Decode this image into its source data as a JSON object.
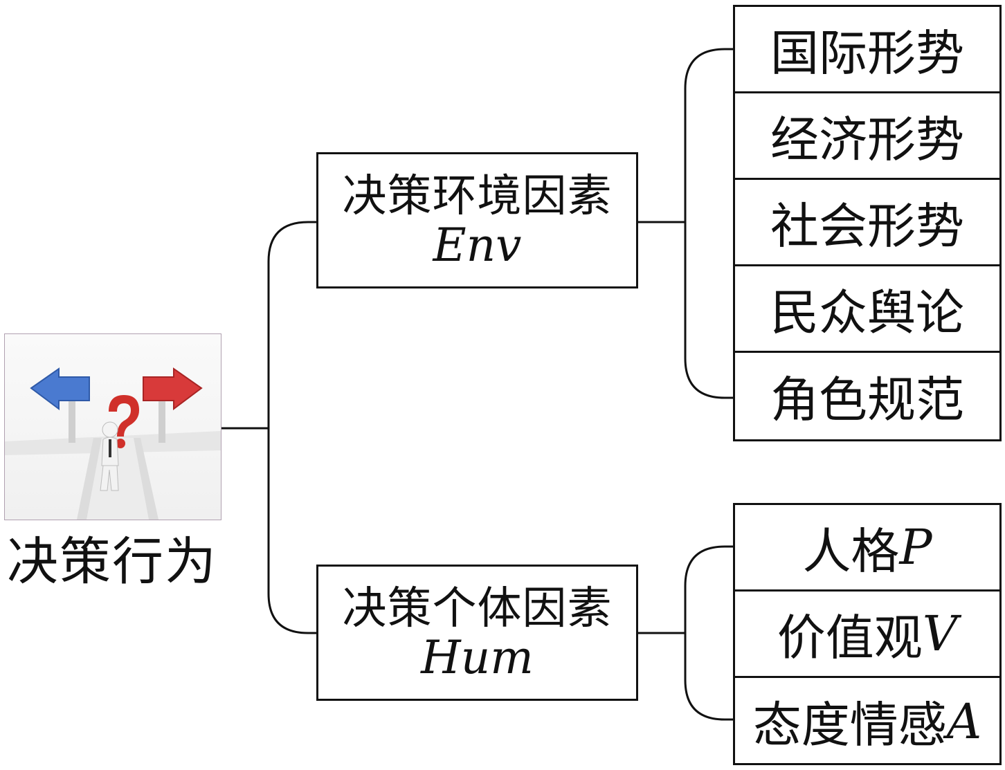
{
  "root": {
    "label": "决策行为",
    "image_icon": "crossroads-decision-figure"
  },
  "branches": [
    {
      "title": "决策环境因素",
      "symbol": "Env",
      "children": [
        {
          "text": "国际形势",
          "symbol": ""
        },
        {
          "text": "经济形势",
          "symbol": ""
        },
        {
          "text": "社会形势",
          "symbol": ""
        },
        {
          "text": "民众舆论",
          "symbol": ""
        },
        {
          "text": "角色规范",
          "symbol": ""
        }
      ]
    },
    {
      "title": "决策个体因素",
      "symbol": "Hum",
      "children": [
        {
          "text": "人格",
          "symbol": "P"
        },
        {
          "text": "价值观",
          "symbol": "V"
        },
        {
          "text": "态度情感",
          "symbol": "A"
        }
      ]
    }
  ],
  "colors": {
    "line": "#111111",
    "arrow_left": "#4a7ad0",
    "arrow_right": "#d83a3a",
    "question_mark": "#d0302a"
  }
}
